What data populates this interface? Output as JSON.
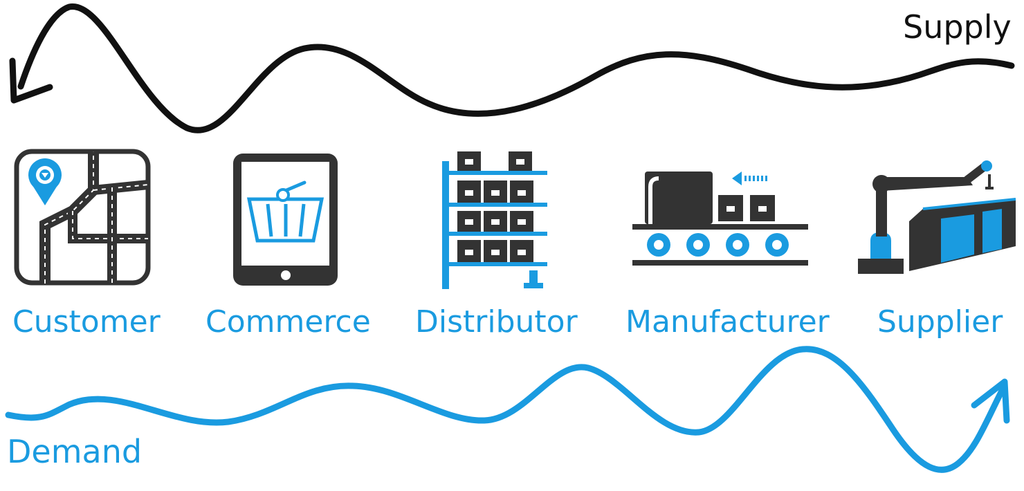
{
  "flows": {
    "supply": {
      "label": "Supply",
      "color": "#111111"
    },
    "demand": {
      "label": "Demand",
      "color": "#1a9be0"
    }
  },
  "stages": [
    {
      "label": "Customer",
      "icon": "map-pin-icon"
    },
    {
      "label": "Commerce",
      "icon": "tablet-basket-icon"
    },
    {
      "label": "Distributor",
      "icon": "warehouse-shelves-icon"
    },
    {
      "label": "Manufacturer",
      "icon": "conveyor-belt-icon"
    },
    {
      "label": "Supplier",
      "icon": "robot-arm-icon"
    }
  ],
  "colors": {
    "accent": "#1a9be0",
    "dark": "#333333"
  }
}
